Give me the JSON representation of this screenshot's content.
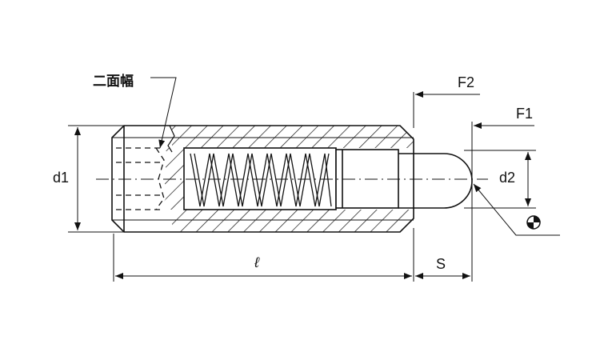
{
  "drawing": {
    "title": "Spring plunger cross-section",
    "labels": {
      "width_across_flats": "二面幅",
      "d1": "d1",
      "d2": "d2",
      "length": "ℓ",
      "stroke": "S",
      "f1": "F1",
      "f2": "F2"
    },
    "symbols": {
      "center_of_gravity": "center-of-mass-icon"
    },
    "colors": {
      "line": "#111111",
      "background": "#ffffff"
    }
  }
}
